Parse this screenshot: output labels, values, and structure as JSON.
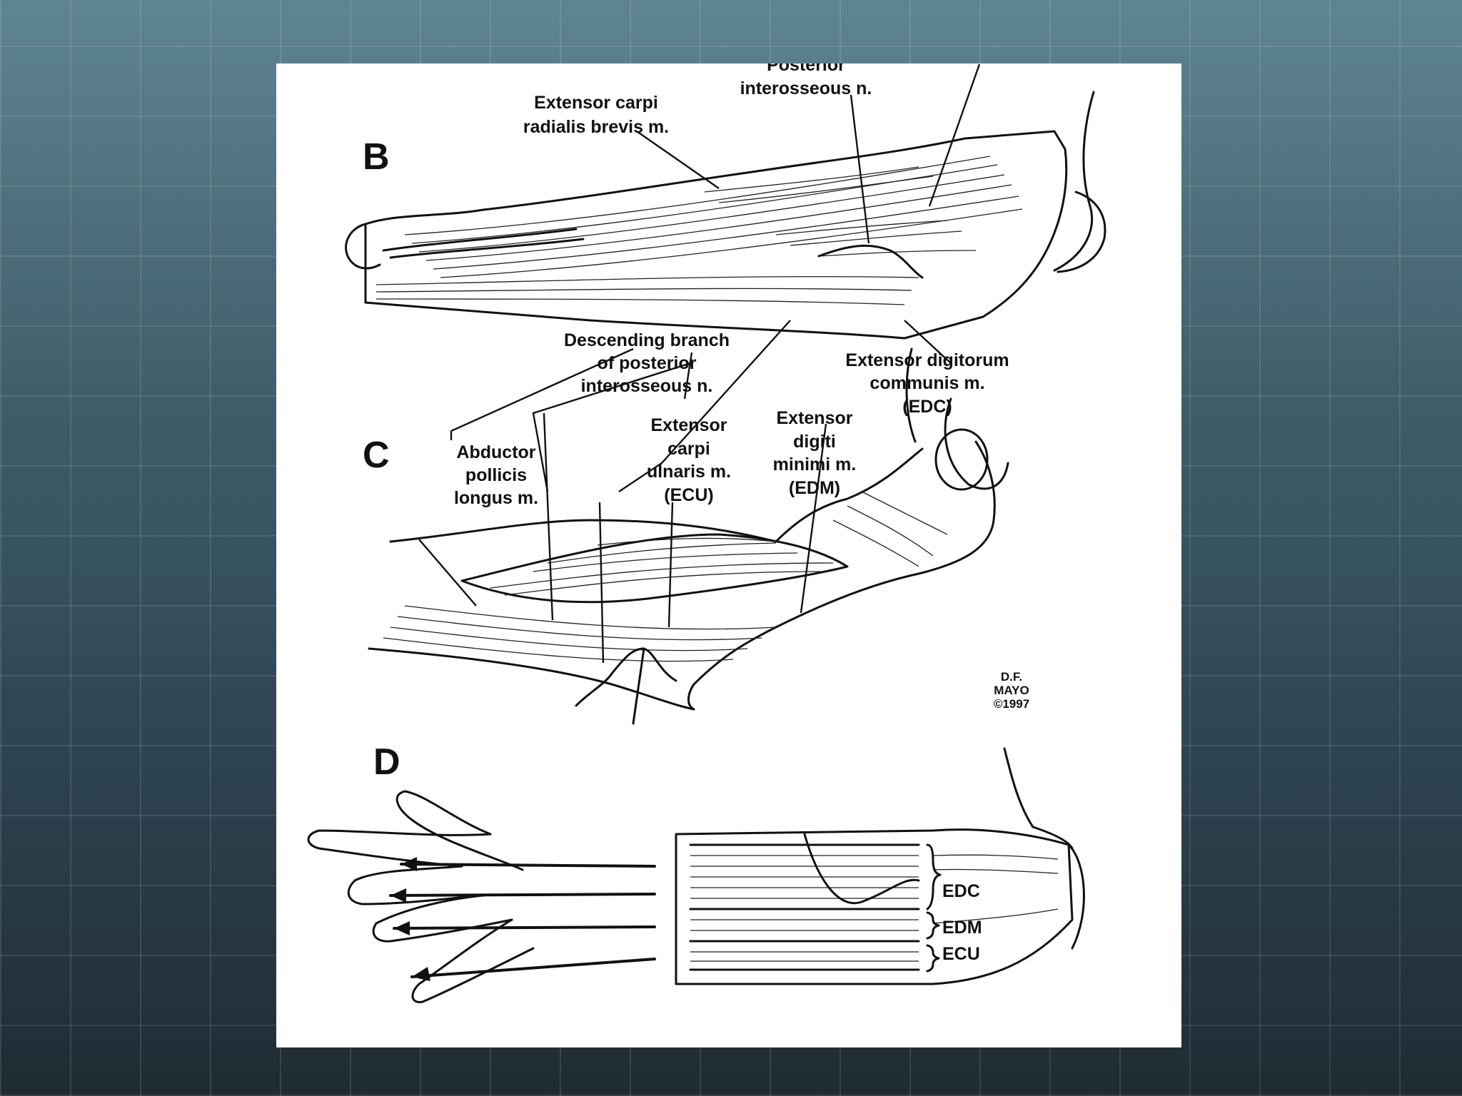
{
  "background": {
    "top_color": "#5f8592",
    "bottom_color": "#1f2b33",
    "grid_color": "#8aa6b0"
  },
  "figure": {
    "panels": {
      "b": "B",
      "c": "C",
      "d": "D"
    },
    "labels": {
      "pin_line1": "Posterior",
      "pin_line2": "interosseous n.",
      "ecrb_line1": "Extensor carpi",
      "ecrb_line2": "radialis brevis m.",
      "desc_line1": "Descending branch",
      "desc_line2": "of posterior",
      "desc_line3": "interosseous n.",
      "edc_line1": "Extensor digitorum",
      "edc_line2": "communis m.",
      "edc_line3": "(EDC)",
      "apl_line1": "Abductor",
      "apl_line2": "pollicis",
      "apl_line3": "longus m.",
      "ecu_line1": "Extensor",
      "ecu_line2": "carpi",
      "ecu_line3": "ulnaris m.",
      "ecu_line4": "(ECU)",
      "edm_line1": "Extensor",
      "edm_line2": "digiti",
      "edm_line3": "minimi m.",
      "edm_line4": "(EDM)",
      "d_edc": "EDC",
      "d_edm": "EDM",
      "d_ecu": "ECU"
    },
    "signature": {
      "line1": "D.F.",
      "line2": "MAYO",
      "line3": "©1997"
    }
  }
}
